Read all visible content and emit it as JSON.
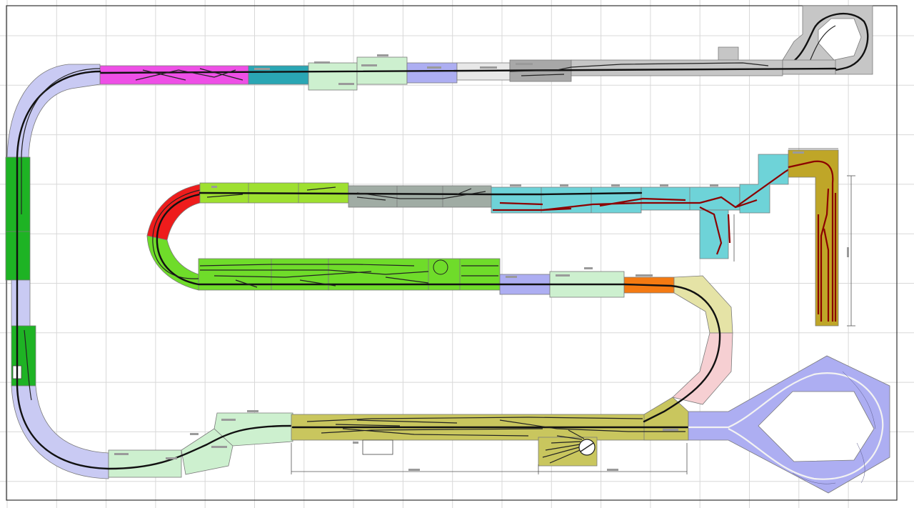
{
  "plan": {
    "colors": {
      "background": "#ffffff",
      "grid": "#d8d8d8",
      "frame": "#333333",
      "lavender": "#c9caf3",
      "magenta": "#ee4fe6",
      "teal": "#2aa6b4",
      "mint": "#cdf0cf",
      "periwinkle": "#adaef2",
      "light_gray": "#e8e8e8",
      "gray": "#c6c6c6",
      "dark_gray": "#a8a8a8",
      "green": "#1eb324",
      "lime": "#9ee030",
      "bright_green": "#6fdc2a",
      "red": "#ee1c1c",
      "slate": "#a0aca4",
      "cyan": "#6ed3d8",
      "ochre": "#bfa628",
      "olive": "#c9c65e",
      "orange": "#f47a12",
      "pale_yellow": "#e5e3a6",
      "pink": "#f6cfd2",
      "track": "#111111",
      "siding_red": "#8b0000"
    },
    "grid": true,
    "sections": [
      "return-loop-top-right",
      "upper-main-line",
      "left-return-curve",
      "middle-yard",
      "branch-terminal",
      "lower-yard",
      "turntable-depot",
      "balloon-loop"
    ]
  }
}
